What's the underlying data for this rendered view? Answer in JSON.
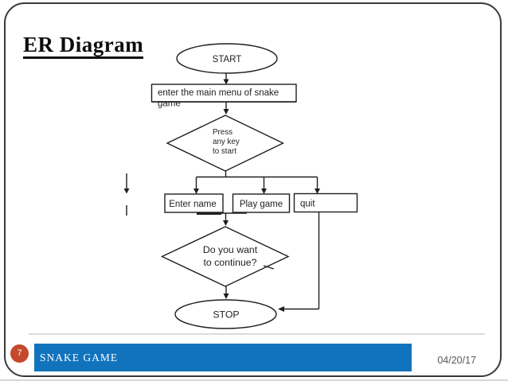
{
  "slide": {
    "title": "ER Diagram",
    "page_number": "7",
    "footer_text": "SNAKE GAME",
    "date": "04/20/17"
  },
  "flowchart": {
    "start_label": "START",
    "menu_step": {
      "line1": "enter the main menu of snake",
      "line2": "game"
    },
    "decision1": {
      "line1": "Press",
      "line2": "any key",
      "line3": "to start"
    },
    "branches": [
      "Enter name",
      "Play game",
      "quit"
    ],
    "decision2": {
      "line1": "Do you want",
      "line2": "to continue?"
    },
    "stop_label": "STOP"
  },
  "colors": {
    "footer_bar_blue": "#1273bd",
    "page_badge_red": "#c5492d",
    "date_gray": "#595959",
    "flow_line": "#1f1f1f",
    "frame_border": "#3a3a3a"
  }
}
